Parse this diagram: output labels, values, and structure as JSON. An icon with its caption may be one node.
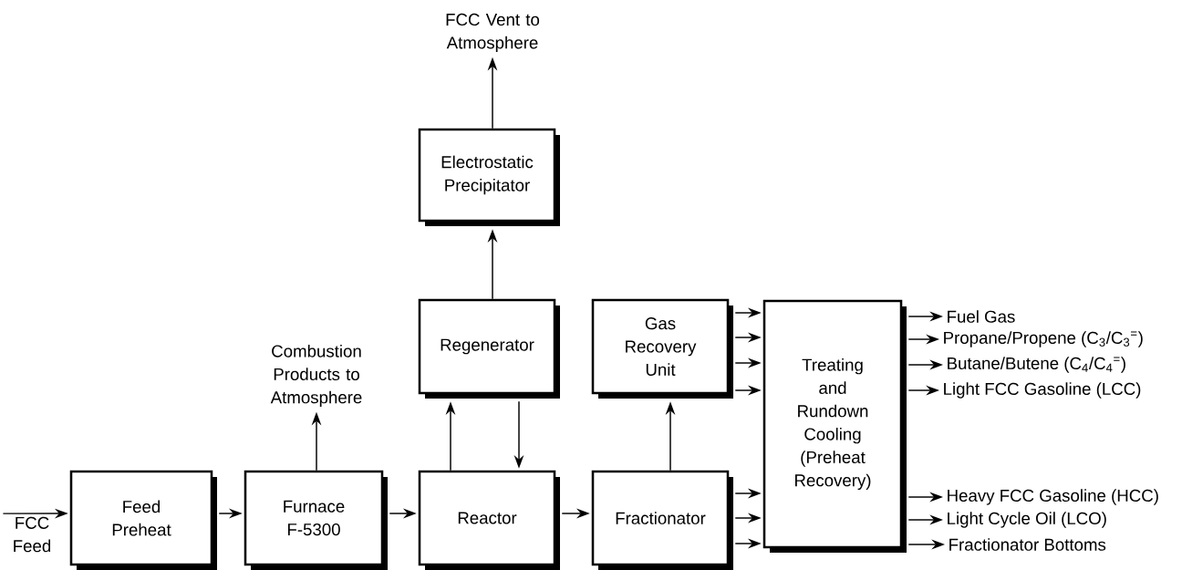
{
  "diagram": {
    "nodes": [
      {
        "text": [
          "FCC Feed"
        ]
      },
      {
        "text": [
          "Feed Preheat"
        ]
      },
      {
        "text": [
          "Furnace F-5300"
        ]
      },
      {
        "text": [
          "Combustion Products to Atmosphere"
        ]
      },
      {
        "text": [
          "Reactor"
        ]
      },
      {
        "text": [
          "Regenerator"
        ]
      },
      {
        "text": [
          "Electrostatic Precipitator"
        ]
      },
      {
        "text": [
          "FCC Vent to Atmosphere"
        ]
      },
      {
        "text": [
          "Fractionator"
        ]
      },
      {
        "text": [
          "Gas Recovery Unit"
        ]
      },
      {
        "text": [
          "Treating and Rundown Cooling (Preheat Recovery)"
        ]
      },
      {
        "text": [
          "Fuel Gas"
        ]
      },
      {
        "text": [
          "Propane/Propene (C$_{3}$/C$_{3}$$^{=}$)"
        ]
      },
      {
        "text": [
          "Butane/Butene (C$_{4}$/C$_{4}$$^{=}$)"
        ]
      },
      {
        "text": [
          "Light FCC Gasoline (LCC)"
        ]
      },
      {
        "text": [
          "Heavy FCC Gasoline (HCC)"
        ]
      },
      {
        "text": [
          "Light Cycle Oil (LCO)"
        ]
      },
      {
        "text": [
          "Fractionator Bottoms"
        ]
      }
    ],
    "edges": [
      {
        "from": 0,
        "to": 1,
        "arrow": "to"
      },
      {
        "from": 1,
        "to": 2,
        "arrow": "to"
      },
      {
        "from": 2,
        "to": 3,
        "arrow": "to"
      },
      {
        "from": 2,
        "to": 4,
        "arrow": "to"
      },
      {
        "from": 4,
        "to": 5,
        "arrow": "to"
      },
      {
        "from": 5,
        "to": 4,
        "arrow": "to"
      },
      {
        "from": 5,
        "to": 6,
        "arrow": "to"
      },
      {
        "from": 6,
        "to": 7,
        "arrow": "to"
      },
      {
        "from": 4,
        "to": 8,
        "arrow": "to"
      },
      {
        "from": 8,
        "to": 9,
        "arrow": "to"
      },
      {
        "from": 9,
        "to": 10,
        "arrow": "to"
      },
      {
        "from": 9,
        "to": 10,
        "arrow": "to"
      },
      {
        "from": 9,
        "to": 10,
        "arrow": "to"
      },
      {
        "from": 9,
        "to": 10,
        "arrow": "to"
      },
      {
        "from": 8,
        "to": 10,
        "arrow": "to"
      },
      {
        "from": 8,
        "to": 10,
        "arrow": "to"
      },
      {
        "from": 8,
        "to": 10,
        "arrow": "to"
      },
      {
        "from": 10,
        "to": 11,
        "arrow": "to"
      },
      {
        "from": 10,
        "to": 12,
        "arrow": "to"
      },
      {
        "from": 10,
        "to": 13,
        "arrow": "to"
      },
      {
        "from": 10,
        "to": 14,
        "arrow": "to"
      },
      {
        "from": 10,
        "to": 15,
        "arrow": "to"
      },
      {
        "from": 10,
        "to": 16,
        "arrow": "to"
      },
      {
        "from": 10,
        "to": 17,
        "arrow": "to"
      }
    ]
  }
}
